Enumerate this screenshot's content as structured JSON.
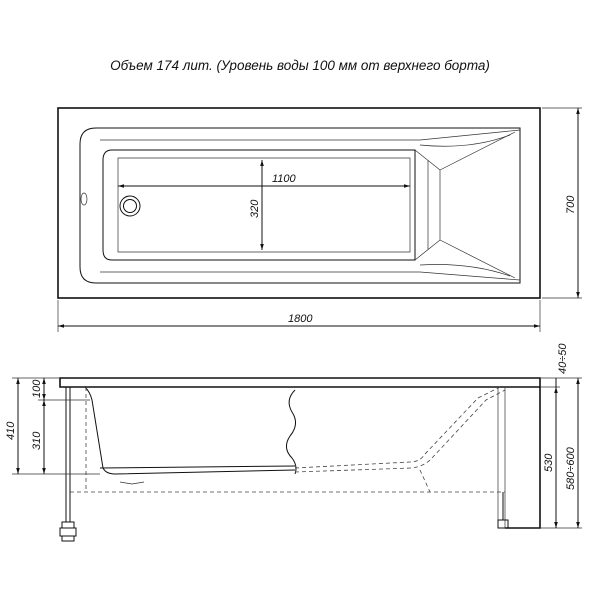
{
  "caption": "Объем 174 лит. (Уровень воды 100 мм от верхнего борта)",
  "top_view": {
    "inner_length": "1100",
    "inner_width": "320",
    "total_length": "1800",
    "total_width": "700"
  },
  "side_view": {
    "water_level_top": "100",
    "bottom_height": "310",
    "left_total": "410",
    "rim_thickness": "40÷50",
    "bath_height": "530",
    "total_height": "580÷600"
  }
}
